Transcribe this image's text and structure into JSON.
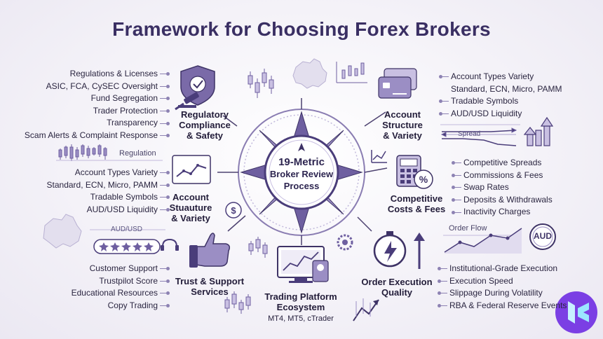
{
  "title": "Framework for Choosing Forex Brokers",
  "center": {
    "line1": "19-Metric",
    "line2": "Broker Review",
    "line3": "Process"
  },
  "regulatory": {
    "title1": "Regulatory",
    "title2": "Compliance",
    "title3": "& Safety",
    "items": [
      "Regulations & Licenses",
      "ASIC, FCA, CySEC Oversight",
      "Fund Segregation",
      "Trader Protection",
      "Transparency",
      "Scam Alerts & Complaint Response"
    ]
  },
  "account_right": {
    "title1": "Account",
    "title2": "Structure",
    "title3": "& Variety",
    "items": [
      "Account Types Variety",
      "Standard, ECN, Micro, PAMM",
      "Tradable Symbols",
      "AUD/USD Liquidity"
    ]
  },
  "account_left": {
    "title1": "Account",
    "title2": "Stuauture",
    "title3": "& Variety",
    "items": [
      "Account Types Variety",
      "Standard, ECN, Micro, PAMM",
      "Tradable Symbols",
      "AUD/USD Liquidity"
    ]
  },
  "costs": {
    "title1": "Competitive",
    "title2": "Costs & Fees",
    "items": [
      "Competitive Spreads",
      "Commissions & Fees",
      "Swap Rates",
      "Deposits & Withdrawals",
      "Inactivity Charges"
    ]
  },
  "support": {
    "title1": "Trust & Support",
    "title2": "Services",
    "items": [
      "Customer Support",
      "Trustpilot Score",
      "Educational Resources",
      "Copy Trading"
    ]
  },
  "platform": {
    "title1": "Trading Platform",
    "title2": "Ecosystem",
    "subtitle": "MT4, MT5, cTrader"
  },
  "execution": {
    "title1": "Order Execution",
    "title2": "Quality",
    "items": [
      "Institutional-Grade Execution",
      "Execution Speed",
      "Slippage During Volatility",
      "RBA & Federal Reserve Events"
    ]
  },
  "labels": {
    "regulation": "Regulation",
    "spread": "Spread",
    "audusd": "AUD/USD",
    "order_flow": "Order Flow",
    "aud_coin": "AUD",
    "pct": "%"
  },
  "colors": {
    "purple_dark": "#4a3d7a",
    "purple_mid": "#7a6aa8",
    "purple_light": "#c9c0e2",
    "logo_bg": "#7b3fe4"
  }
}
